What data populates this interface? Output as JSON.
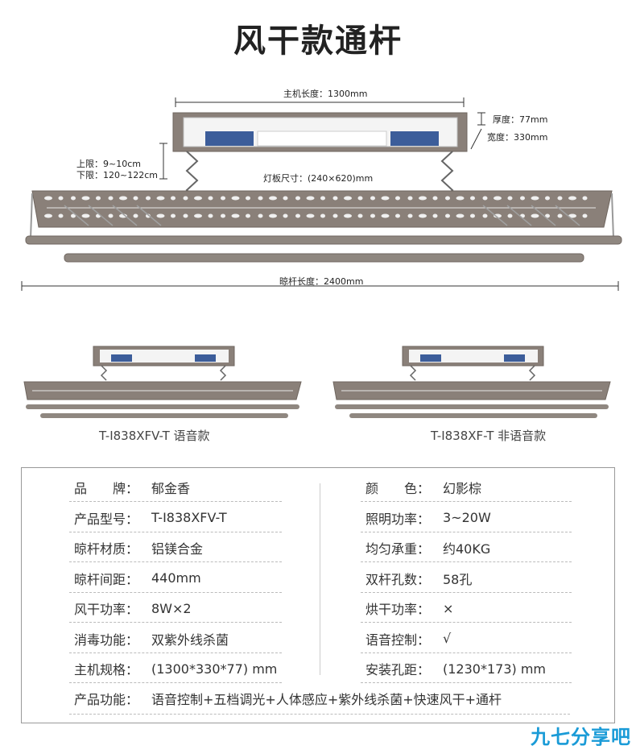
{
  "title": "风干款通杆",
  "dims": {
    "host_length": "主机长度：1300mm",
    "thickness": "厚度：77mm",
    "width": "宽度：330mm",
    "upper": "上限：9~10cm",
    "lower": "下限：120~122cm",
    "lamp": "灯板尺寸：(240×620)mm",
    "rod_length": "晾杆长度：2400mm"
  },
  "models": [
    {
      "label": "T-I838XFV-T 语音款"
    },
    {
      "label": "T-I838XF-T 非语音款"
    }
  ],
  "specs": {
    "left": [
      {
        "k": "品　　牌：",
        "v": "郁金香"
      },
      {
        "k": "产品型号：",
        "v": "T-I838XFV-T"
      },
      {
        "k": "晾杆材质：",
        "v": "铝镁合金"
      },
      {
        "k": "晾杆间距：",
        "v": "440mm"
      },
      {
        "k": "风干功率：",
        "v": "8W×2"
      },
      {
        "k": "消毒功能：",
        "v": "双紫外线杀菌"
      },
      {
        "k": "主机规格：",
        "v": "(1300*330*77) mm"
      }
    ],
    "right": [
      {
        "k": "颜　　色：",
        "v": "幻影棕"
      },
      {
        "k": "照明功率：",
        "v": "3~20W"
      },
      {
        "k": "均匀承重：",
        "v": "约40KG"
      },
      {
        "k": "双杆孔数：",
        "v": "58孔"
      },
      {
        "k": "烘干功率：",
        "v": "×"
      },
      {
        "k": "语音控制：",
        "v": "√"
      },
      {
        "k": "安装孔距：",
        "v": "(1230*173) mm"
      }
    ],
    "function": {
      "k": "产品功能：",
      "v": "语音控制+五档调光+人体感应+紫外线杀菌+快速风干+通杆"
    }
  },
  "logo": {
    "text": "九七分享吧"
  },
  "colors": {
    "rack": "#8a8079",
    "rack_dark": "#6f665f",
    "uv": "#3c5d9a",
    "accent": "#1a9bd7"
  }
}
